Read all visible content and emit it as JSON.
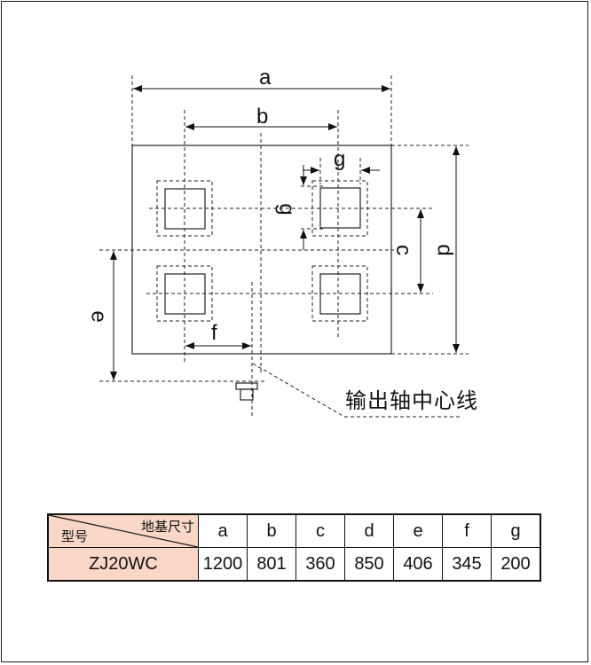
{
  "diagram": {
    "dimensions": [
      "a",
      "b",
      "c",
      "d",
      "e",
      "f",
      "g"
    ],
    "callout": "输出轴中心线"
  },
  "table": {
    "header_top": "地基尺寸",
    "header_bottom": "型号",
    "columns": [
      "a",
      "b",
      "c",
      "d",
      "e",
      "f",
      "g"
    ],
    "rows": [
      {
        "model": "ZJ20WC",
        "values": [
          "1200",
          "801",
          "360",
          "850",
          "406",
          "345",
          "200"
        ]
      }
    ]
  }
}
